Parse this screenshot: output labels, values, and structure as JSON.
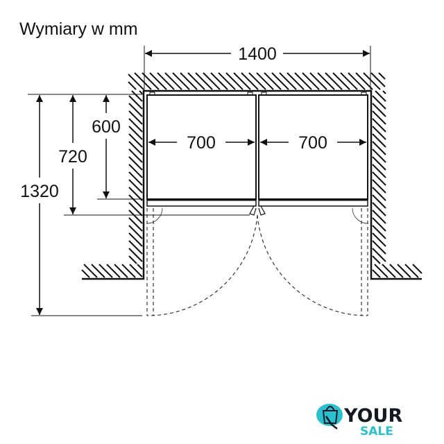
{
  "title": "Wymiary w mm",
  "dimensions": {
    "total_width": "1400",
    "left_unit_width": "700",
    "right_unit_width": "700",
    "depth_body": "600",
    "depth_with_door": "720",
    "depth_door_open": "1320"
  },
  "logo": {
    "line1": "YOUR",
    "line2": "SALE",
    "accent": "#2bbfcf",
    "dark": "#151a22"
  }
}
